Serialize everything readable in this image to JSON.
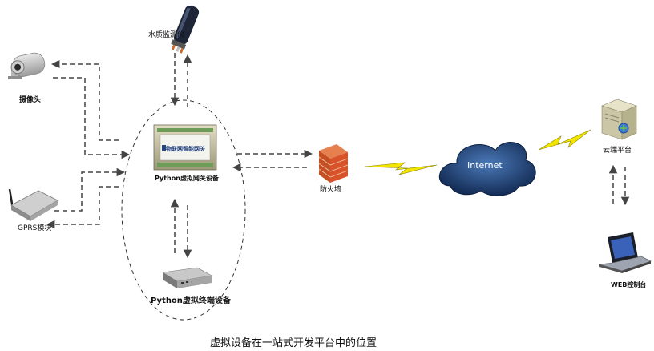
{
  "nodes": {
    "water_monitor": "水质监测仪",
    "camera": "摄像头",
    "gprs": "GPRS模块",
    "gateway": "Python虚拟网关设备",
    "gateway_screen": "物联网智能网关",
    "terminal": "Python虚拟终端设备",
    "firewall": "防火墙",
    "internet": "Internet",
    "cloud": "云端平台",
    "web": "WEB控制台"
  },
  "caption": "虚拟设备在一站式开发平台中的位置",
  "colors": {
    "arrow": "#444444",
    "lightning": "#f2e600",
    "cloud": "#1d3a6b",
    "firewall": "#d9532a"
  }
}
